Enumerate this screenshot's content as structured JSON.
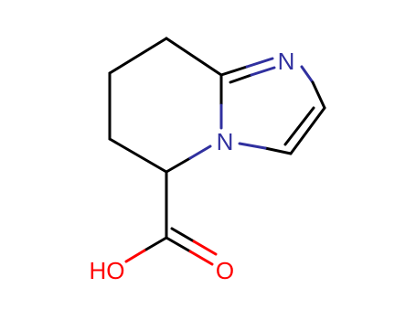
{
  "molecule": {
    "atoms": {
      "n_imine": "N",
      "n_bridge": "N",
      "carbonyl_o": "O",
      "hydroxyl": "HO"
    },
    "colors": {
      "bond": "#000000",
      "nitrogen": "#30309f",
      "oxygen": "#ff0000"
    }
  }
}
